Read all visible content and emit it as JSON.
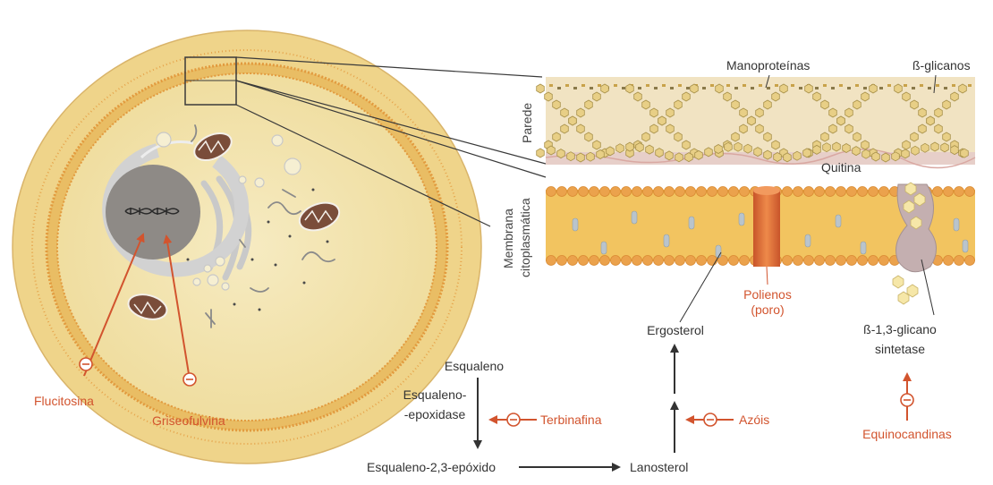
{
  "colors": {
    "page": "#ffffff",
    "cell_outer": "#efd48a",
    "cell_ring": "#e8a948",
    "cytoplasm": "#f2e2ac",
    "nucleus": "#8e8a86",
    "membrane_band": "#f2c460",
    "lipid_head": "#eba24c",
    "drug_red": "#d2542e",
    "pore": "#e0793c",
    "enzyme": "#c4afb0",
    "ink": "#333333"
  },
  "wall": {
    "side_label": "Parede",
    "mannoproteins": "Manoproteínas",
    "glucans": "ß-glicanos",
    "chitin": "Quitina"
  },
  "membrane": {
    "side_label_line1": "Membrana",
    "side_label_line2": "citoplasmática"
  },
  "targets": {
    "polyenes_line1": "Polienos",
    "polyenes_line2": "(poro)",
    "synthase_line1": "ß-1,3-glicano",
    "synthase_line2": "sintetase",
    "echinocandins": "Equinocandinas",
    "flucytosine": "Flucitosina",
    "griseofulvin": "Griseofulvina"
  },
  "pathway": {
    "squalene": "Esqualeno",
    "enzyme_line1": "Esqualeno-",
    "enzyme_line2": "-epoxidase",
    "terbinafine": "Terbinafina",
    "epoxide": "Esqualeno-2,3-epóxido",
    "lanosterol": "Lanosterol",
    "azoles": "Azóis",
    "ergosterol": "Ergosterol"
  },
  "icons": [
    "inhibition-symbol-icon",
    "dna-helix-icon",
    "mitochondrion-icon"
  ]
}
